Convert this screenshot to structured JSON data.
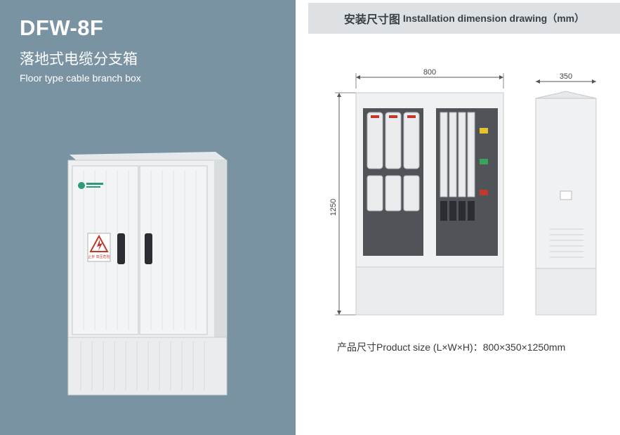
{
  "product": {
    "model": "DFW-8F",
    "name_cn": "落地式电缆分支箱",
    "name_en": "Floor type cable branch box",
    "panel_color": "#7a93a3",
    "warning_label": "止步 高压危险"
  },
  "drawing": {
    "header_cn": "安装尺寸图",
    "header_en": "Installation dimension drawing（mm）",
    "width_label": "800",
    "depth_label": "350",
    "height_label": "1250",
    "product_size": "产品尺寸Product size (L×W×H)：800×350×1250mm"
  }
}
